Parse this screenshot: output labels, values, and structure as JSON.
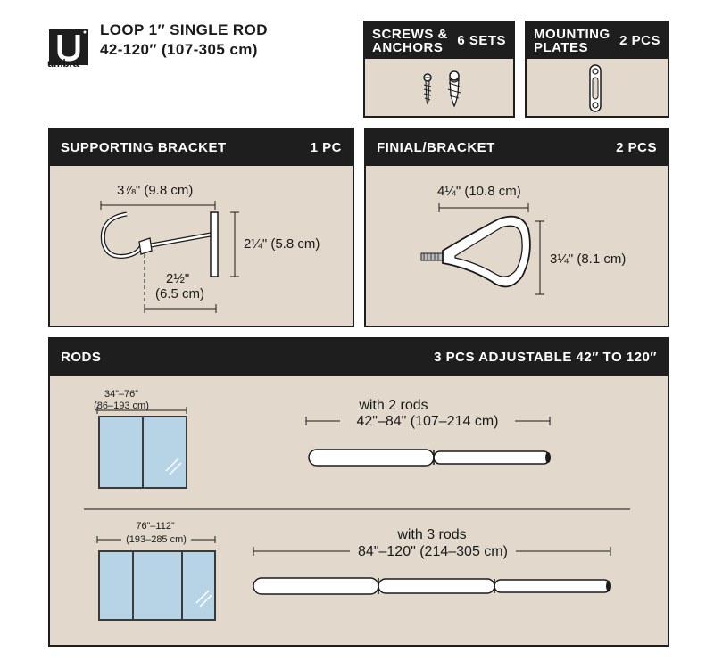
{
  "brand": {
    "name": "umbra"
  },
  "product": {
    "title_line1": "LOOP 1″ SINGLE ROD",
    "title_line2": "42-120″ (107-305 cm)"
  },
  "screws": {
    "title_line1": "SCREWS &",
    "title_line2": "ANCHORS",
    "qty": "6 SETS"
  },
  "plates": {
    "title_line1": "MOUNTING",
    "title_line2": "PLATES",
    "qty": "2 PCS"
  },
  "bracket": {
    "title": "SUPPORTING BRACKET",
    "qty": "1 PC",
    "width_dim": "3⅞\" (9.8 cm)",
    "height_dim": "2¼\" (5.8 cm)",
    "depth_dim_line1": "2½\"",
    "depth_dim_line2": "(6.5 cm)"
  },
  "finial": {
    "title": "FINIAL/BRACKET",
    "qty": "2 PCS",
    "width_dim": "4¼\" (10.8 cm)",
    "height_dim": "3¼\" (8.1 cm)"
  },
  "rods": {
    "title": "RODS",
    "qty": "3 PCS ADJUSTABLE 42″ TO 120″",
    "config2": {
      "window_dim_line1": "34”–76”",
      "window_dim_line2": "(86–193 cm)",
      "label": "with 2 rods",
      "range": "42\"–84\" (107–214 cm)"
    },
    "config3": {
      "window_dim_line1": "76”–112”",
      "window_dim_line2": "(193–285 cm)",
      "label": "with 3 rods",
      "range": "84\"–120\" (214–305 cm)"
    }
  },
  "colors": {
    "panel_bg": "#e2d9cc",
    "header_bg": "#1e1e1e",
    "glass": "#b6d4e6",
    "frame": "#3a3a3a"
  }
}
